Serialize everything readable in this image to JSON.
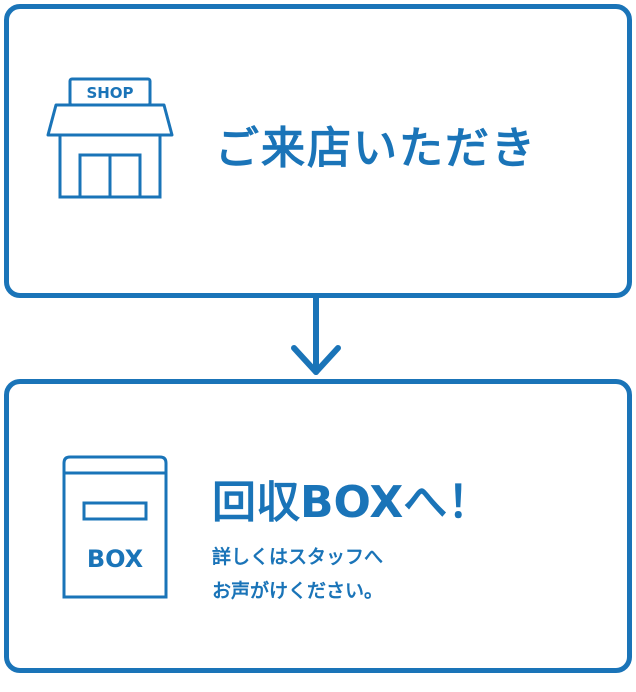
{
  "step1": {
    "icon": "shop-icon",
    "sign_text": "SHOP",
    "label": "ご来店いただき"
  },
  "connector": {
    "icon": "arrow-down-icon"
  },
  "step2": {
    "icon": "box-icon",
    "box_text": "BOX",
    "title": "回収BOXへ！",
    "description_line1": "詳しくはスタッフへ",
    "description_line2": "お声がけください。"
  },
  "colors": {
    "accent": "#1a74b8",
    "background": "#ffffff"
  }
}
